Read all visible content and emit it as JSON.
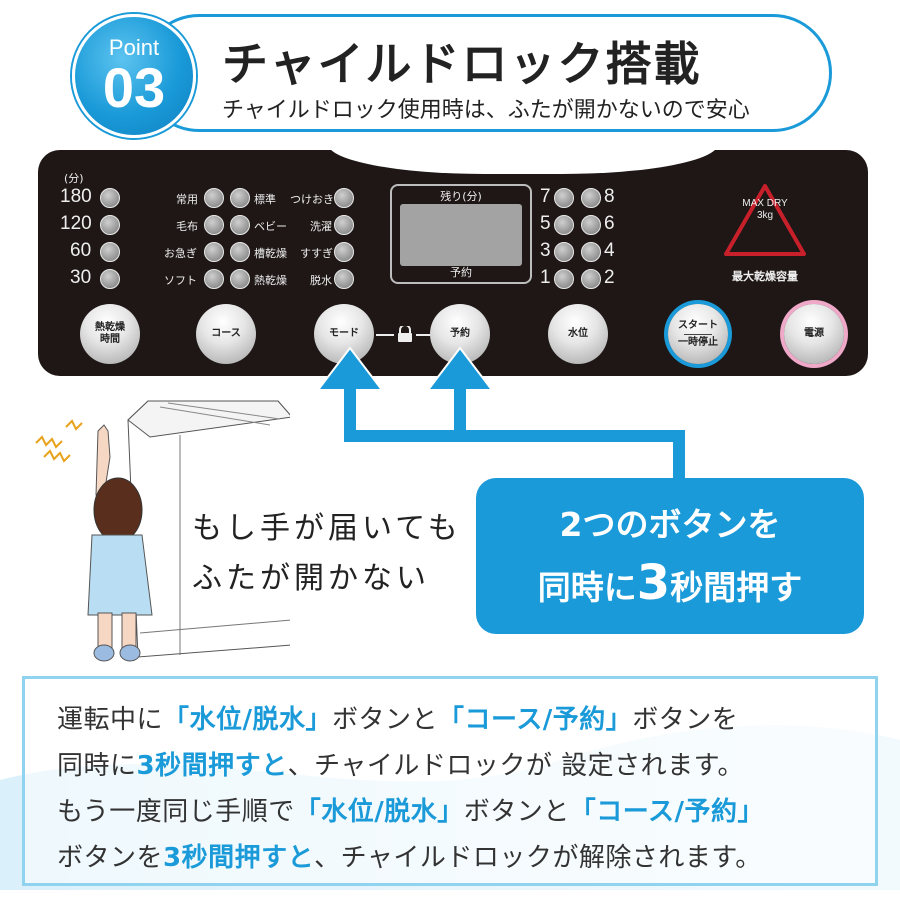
{
  "header": {
    "badge_label": "Point",
    "badge_number": "03",
    "title": "チャイルドロック搭載",
    "subtitle": "チャイルドロック使用時は、ふたが開かないので安心"
  },
  "panel": {
    "time_unit": "(分)",
    "time_options": [
      "180",
      "120",
      "60",
      "30"
    ],
    "course_left": [
      "常用",
      "毛布",
      "お急ぎ",
      "ソフト"
    ],
    "course_right": [
      "標準",
      "ベビー",
      "槽乾燥",
      "熱乾燥"
    ],
    "mode_options": [
      "つけおき",
      "洗濯",
      "すすぎ",
      "脱水"
    ],
    "display_top": "残り(分)",
    "display_bottom": "予約",
    "water_levels": {
      "left": [
        "7",
        "5",
        "3",
        "1"
      ],
      "right": [
        "8",
        "6",
        "4",
        "2"
      ]
    },
    "maxdry": {
      "line1": "MAX DRY",
      "line2": "3kg",
      "caption": "最大乾燥容量"
    },
    "buttons": {
      "heat_dry_time_1": "熱乾燥",
      "heat_dry_time_2": "時間",
      "course": "コース",
      "mode": "モード",
      "reserve": "予約",
      "water_level": "水位",
      "start_1": "スタート",
      "start_2": "一時停止",
      "power": "電源"
    },
    "lock_icon": "padlock-icon"
  },
  "illustration": {
    "speech_line1": "もし手が届いても",
    "speech_line2": "ふたが開かない"
  },
  "callout": {
    "line1": "2つのボタンを",
    "line2_pre": "同時に",
    "line2_num": "3",
    "line2_post": "秒間押す"
  },
  "explanation": {
    "line1": [
      {
        "text": "運転中に",
        "hl": false
      },
      {
        "text": "「水位/脱水」",
        "hl": true
      },
      {
        "text": "ボタンと",
        "hl": false
      },
      {
        "text": "「コース/予約」",
        "hl": true
      },
      {
        "text": "ボタンを",
        "hl": false
      }
    ],
    "line2": [
      {
        "text": "同時に",
        "hl": false
      },
      {
        "text": "3秒間押すと",
        "hl": true
      },
      {
        "text": "、チャイルドロックが 設定されます。",
        "hl": false
      }
    ],
    "line3": [
      {
        "text": "もう一度同じ手順で",
        "hl": false
      },
      {
        "text": "「水位/脱水」",
        "hl": true
      },
      {
        "text": "ボタンと",
        "hl": false
      },
      {
        "text": "「コース/予約」",
        "hl": true
      }
    ],
    "line4": [
      {
        "text": "ボタンを",
        "hl": false
      },
      {
        "text": "3秒間押すと",
        "hl": true
      },
      {
        "text": "、チャイルドロックが解除されます。",
        "hl": false
      }
    ]
  },
  "colors": {
    "accent_blue": "#1a9ad8",
    "panel_dark": "#1e1716",
    "warning_red": "#c8202a",
    "power_ring_pink": "#f0a8c8",
    "border_light_blue": "#8fd3ee"
  }
}
